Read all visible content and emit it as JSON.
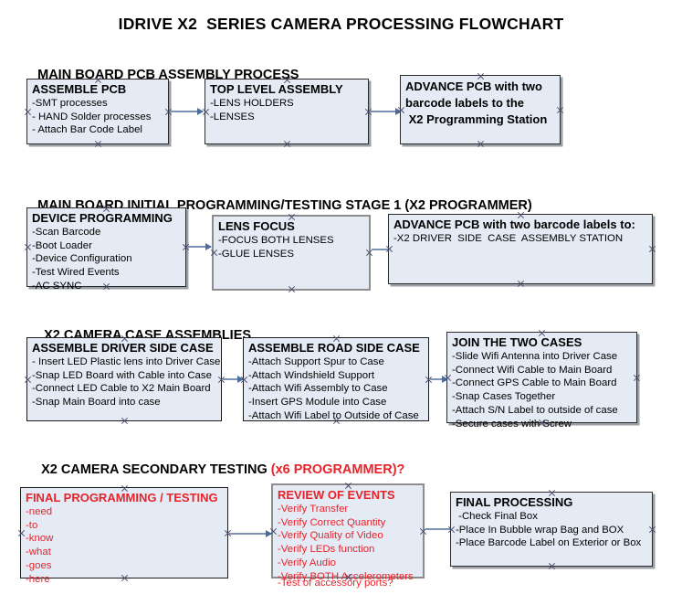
{
  "document": {
    "title": "IDRIVE X2  SERIES CAMERA PROCESSING FLOWCHART",
    "accent_red": "#e8232a",
    "node_fill": "#e4ebf5",
    "arrow_color": "#7d93b3"
  },
  "sections": [
    {
      "id": "main-board-pcb-assembly",
      "heading": "MAIN BOARD PCB ASSEMBLY PROCESS",
      "heading_accent": "",
      "nodes": [
        {
          "id": "assemble-pcb",
          "title": "ASSEMBLE PCB",
          "lines": [
            "-SMT processes",
            "- HAND Solder processes",
            "- Attach Bar Code Label"
          ]
        },
        {
          "id": "top-level-assembly",
          "title": "TOP LEVEL ASSEMBLY",
          "lines": [
            "-LENS HOLDERS",
            "-LENSES"
          ]
        },
        {
          "id": "advance-pcb-to-programming-station",
          "title_lines": [
            "ADVANCE PCB with two",
            "barcode labels to the",
            " X2 Programming Station"
          ],
          "lines": []
        }
      ]
    },
    {
      "id": "main-board-initial-programming",
      "heading": "MAIN BOARD INITIAL PROGRAMMING/TESTING STAGE 1 (X2 PROGRAMMER)",
      "heading_accent": "",
      "nodes": [
        {
          "id": "device-programming",
          "title": "DEVICE PROGRAMMING",
          "lines": [
            "-Scan Barcode",
            "-Boot Loader",
            "-Device Configuration",
            "-Test Wired Events",
            "-AC SYNC"
          ]
        },
        {
          "id": "lens-focus",
          "title": "LENS FOCUS",
          "lines": [
            "-FOCUS BOTH LENSES",
            "-GLUE LENSES"
          ]
        },
        {
          "id": "advance-pcb-to-driver-side-case",
          "title": "ADVANCE PCB with two barcode labels to:",
          "lines": [
            "-X2 DRIVER  SIDE  CASE  ASSEMBLY STATION"
          ]
        }
      ]
    },
    {
      "id": "x2-camera-case-assemblies",
      "heading": "X2 CAMERA CASE ASSEMBLIES",
      "heading_accent": "",
      "nodes": [
        {
          "id": "assemble-driver-side-case",
          "title": "ASSEMBLE DRIVER SIDE CASE",
          "lines": [
            "- Insert LED Plastic lens into Driver Case",
            "-Snap LED Board with Cable into Case",
            "-Connect LED Cable to X2 Main Board",
            "-Snap Main Board into case"
          ]
        },
        {
          "id": "assemble-road-side-case",
          "title": "ASSEMBLE ROAD SIDE CASE",
          "lines": [
            "-Attach Support Spur to Case",
            "-Attach Windshield Support",
            "-Attach Wifi Assembly to Case",
            "-Insert GPS Module into Case",
            "-Attach Wifi Label to Outside of Case"
          ]
        },
        {
          "id": "join-the-two-cases",
          "title": "JOIN THE TWO CASES",
          "lines": [
            "-Slide Wifi Antenna into Driver Case",
            "-Connect Wifi Cable to Main Board",
            "-Connect GPS Cable to Main Board",
            "-Snap Cases Together",
            "-Attach S/N Label to outside of case",
            "-Secure cases with Screw"
          ]
        }
      ]
    },
    {
      "id": "x2-camera-secondary-testing",
      "heading": "X2 CAMERA SECONDARY TESTING ",
      "heading_accent": "(x6 PROGRAMMER)?",
      "nodes": [
        {
          "id": "final-programming-testing",
          "title": "FINAL PROGRAMMING / TESTING",
          "lines": [
            "-need",
            "-to",
            "-know",
            "-what",
            "-goes",
            "-here"
          ]
        },
        {
          "id": "review-of-events",
          "title": "REVIEW OF EVENTS",
          "lines": [
            "-Verify Transfer",
            "-Verify Correct Quantity",
            "-Verify Quality of Video",
            "-Verify LEDs function",
            "-Verify Audio",
            "-Verify BOTH Accelerometers"
          ],
          "overflow_line": "-Test of accessory ports?"
        },
        {
          "id": "final-processing",
          "title": "FINAL PROCESSING",
          "lines": [
            " -Check Final Box",
            "-Place In Bubble wrap Bag and BOX",
            "-Place Barcode Label on Exterior or Box"
          ]
        }
      ]
    }
  ]
}
